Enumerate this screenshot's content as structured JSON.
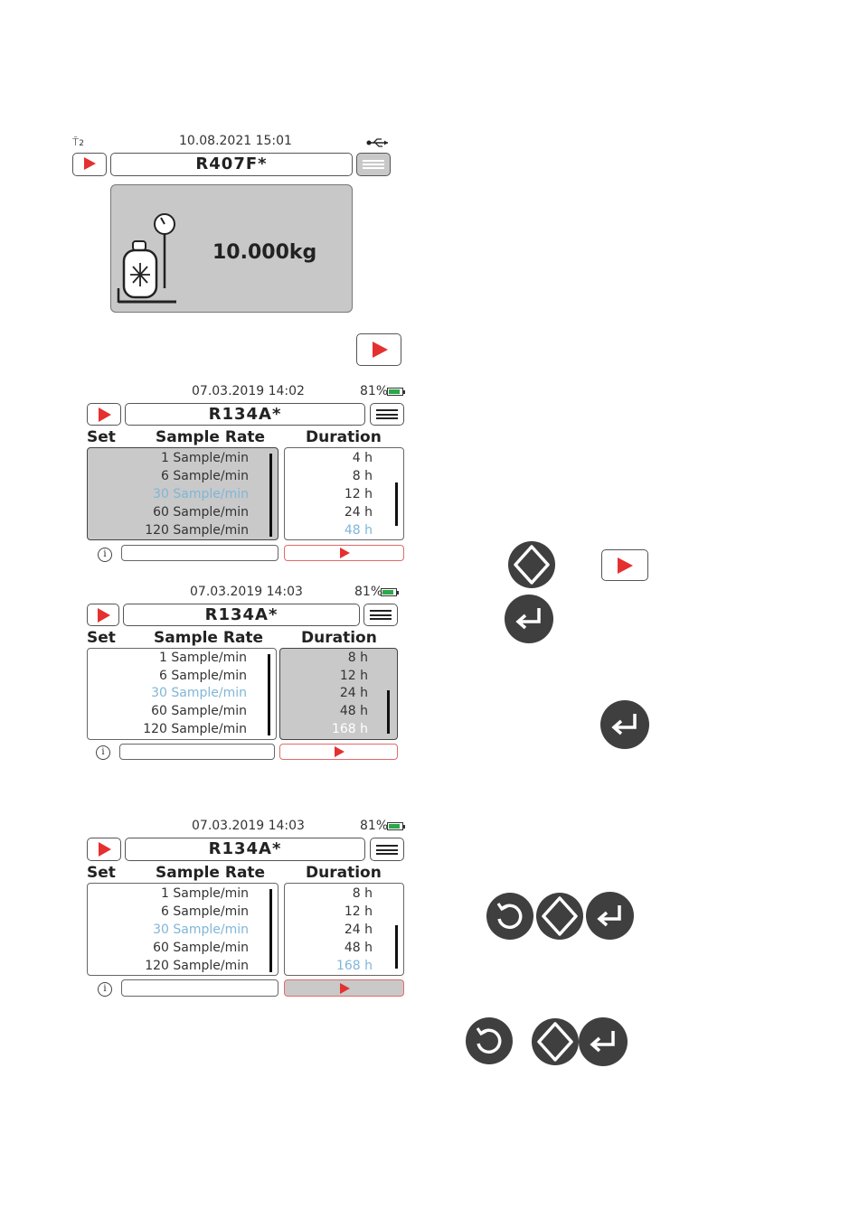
{
  "screen1": {
    "date_time": "10.08.2021  15:01",
    "signal_label": "2",
    "refrigerant": "R407F*",
    "weight": "10.000kg"
  },
  "screen2": {
    "date_time": "07.03.2019  14:02",
    "battery": "81%",
    "refrigerant": "R134A*",
    "headers": {
      "set": "Set",
      "sample_rate": "Sample Rate",
      "duration": "Duration"
    },
    "sample_rates": [
      "1 Sample/min",
      "6 Sample/min",
      "30 Sample/min",
      "60 Sample/min",
      "120 Sample/min"
    ],
    "sample_rate_selected": 2,
    "durations": [
      "4 h",
      "8 h",
      "12 h",
      "24 h",
      "48 h"
    ],
    "duration_selected": 4,
    "info_icon": "i"
  },
  "screen3": {
    "date_time": "07.03.2019  14:03",
    "battery": "81%",
    "refrigerant": "R134A*",
    "headers": {
      "set": "Set",
      "sample_rate": "Sample Rate",
      "duration": "Duration"
    },
    "sample_rates": [
      "1 Sample/min",
      "6 Sample/min",
      "30 Sample/min",
      "60 Sample/min",
      "120 Sample/min"
    ],
    "sample_rate_selected": 2,
    "durations": [
      "8 h",
      "12 h",
      "24 h",
      "48 h",
      "168 h"
    ],
    "duration_selected": 4,
    "info_icon": "i"
  },
  "screen4": {
    "date_time": "07.03.2019  14:03",
    "battery": "81%",
    "refrigerant": "R134A*",
    "headers": {
      "set": "Set",
      "sample_rate": "Sample Rate",
      "duration": "Duration"
    },
    "sample_rates": [
      "1 Sample/min",
      "6 Sample/min",
      "30 Sample/min",
      "60 Sample/min",
      "120 Sample/min"
    ],
    "sample_rate_selected": 2,
    "durations": [
      "8 h",
      "12 h",
      "24 h",
      "48 h",
      "168 h"
    ],
    "duration_selected": 4,
    "info_icon": "i"
  },
  "colors": {
    "accent_red": "#e53030",
    "highlight_blue": "#7fb6d8",
    "selected_grey": "#c9c9c9",
    "key_dark": "#3f3f3f",
    "battery_green": "#2aa84a"
  },
  "icons": [
    "antenna-icon",
    "usb-icon",
    "play-icon",
    "menu-icon",
    "battery-icon",
    "info-icon",
    "refrigerant-cylinder-icon",
    "navigation-pad-icon",
    "enter-icon",
    "back-icon"
  ]
}
